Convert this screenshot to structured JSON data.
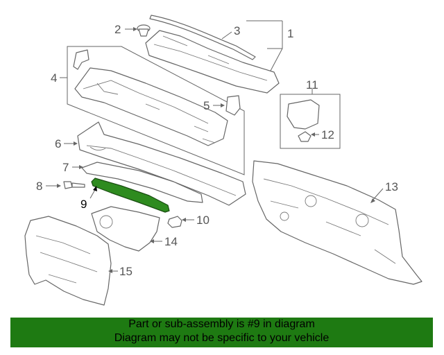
{
  "callouts": {
    "c1": "1",
    "c2": "2",
    "c3": "3",
    "c4": "4",
    "c5": "5",
    "c6": "6",
    "c7": "7",
    "c8": "8",
    "c9": "9",
    "c10": "10",
    "c11": "11",
    "c12": "12",
    "c13": "13",
    "c14": "14",
    "c15": "15"
  },
  "highlighted_part": "9",
  "banner": {
    "line1": "Part or sub-assembly is #9 in diagram",
    "line2": "Diagram may not be specific to your vehicle",
    "background": "#1e7a12"
  },
  "colors": {
    "highlight_part": "#2e8b1f",
    "line_art": "#666666"
  }
}
